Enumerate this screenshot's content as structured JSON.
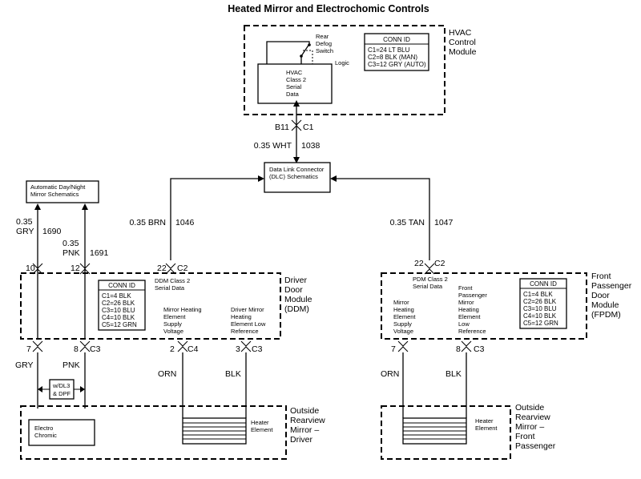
{
  "title": "Heated Mirror and Electrochomic Controls",
  "hvac": {
    "module_label": [
      "HVAC",
      "Control",
      "Module"
    ],
    "switch_label": [
      "Rear",
      "Defog",
      "Switch"
    ],
    "logic_label": "Logic",
    "serial_label": [
      "HVAC",
      "Class 2",
      "Serial",
      "Data"
    ],
    "conn_header": "CONN ID",
    "conn_rows": [
      "C1=24 LT BLU",
      "C2=8 BLK (MAN)",
      "C3=12 GRY (AUTO)"
    ],
    "pin": "B11",
    "connector": "C1"
  },
  "dlc": {
    "label": [
      "Data Link Connector",
      "(DLC) Schematics"
    ]
  },
  "wires": {
    "hvac_dlc": {
      "size": "0.35 WHT",
      "circuit": "1038"
    },
    "ddm_dlc": {
      "size": "0.35 BRN",
      "circuit": "1046"
    },
    "fpdm_dlc": {
      "size": "0.35 TAN",
      "circuit": "1047"
    },
    "gry": {
      "size_top": "0.35",
      "color_top": "GRY",
      "circuit": "1690"
    },
    "pnk": {
      "size_top": "0.35",
      "color_top": "PNK",
      "circuit": "1691"
    }
  },
  "auto_mirror": {
    "label": [
      "Automatic Day/Night",
      "Mirror Schematics"
    ]
  },
  "ddm": {
    "module_label": [
      "Driver",
      "Door",
      "Module",
      "(DDM)"
    ],
    "pin_10": "10",
    "pin_12": "12",
    "pin_22": "22",
    "conn_c2": "C2",
    "serial_label": [
      "DDM Class 2",
      "Serial Data"
    ],
    "conn_header": "CONN ID",
    "conn_rows": [
      "C1=4 BLK",
      "C2=26 BLK",
      "C3=10 BLU",
      "C4=10 BLK",
      "C5=12 GRN"
    ],
    "supply_label": [
      "Mirror Heating",
      "Element",
      "Supply",
      "Voltage"
    ],
    "low_ref_label": [
      "Driver Mirror",
      "Heating",
      "Element Low",
      "Reference"
    ],
    "pin_7": "7",
    "pin_8": "8",
    "conn_c3": "C3",
    "pin_2": "2",
    "conn_c4": "C4",
    "pin_3": "3",
    "conn_c3b": "C3"
  },
  "lower_driver": {
    "gry": "GRY",
    "pnk": "PNK",
    "option_label": [
      "w/DL3",
      "& DPF"
    ],
    "orn": "ORN",
    "blk": "BLK",
    "electro_label": [
      "Electro",
      "Chromic"
    ],
    "heater_label": [
      "Heater",
      "Element"
    ],
    "mirror_label": [
      "Outside",
      "Rearview",
      "Mirror –",
      "Driver"
    ]
  },
  "fpdm": {
    "pin_22": "22",
    "conn_c2": "C2",
    "module_label": [
      "Front",
      "Passenger",
      "Door",
      "Module",
      "(FPDM)"
    ],
    "serial_label": [
      "PDM Class 2",
      "Serial Data"
    ],
    "supply_label": [
      "Mirror",
      "Heating",
      "Element",
      "Supply",
      "Voltage"
    ],
    "low_ref_label": [
      "Front",
      "Passenger",
      "Mirror",
      "Heating",
      "Element",
      "Low",
      "Reference"
    ],
    "conn_header": "CONN ID",
    "conn_rows": [
      "C1=4 BLK",
      "C2=26 BLK",
      "C3=10 BLU",
      "C4=10 BLK",
      "C5=12 GRN"
    ],
    "pin_7": "7",
    "pin_8": "8",
    "conn_c3": "C3"
  },
  "lower_passenger": {
    "orn": "ORN",
    "blk": "BLK",
    "heater_label": [
      "Heater",
      "Element"
    ],
    "mirror_label": [
      "Outside",
      "Rearview",
      "Mirror –",
      "Front",
      "Passenger"
    ]
  }
}
